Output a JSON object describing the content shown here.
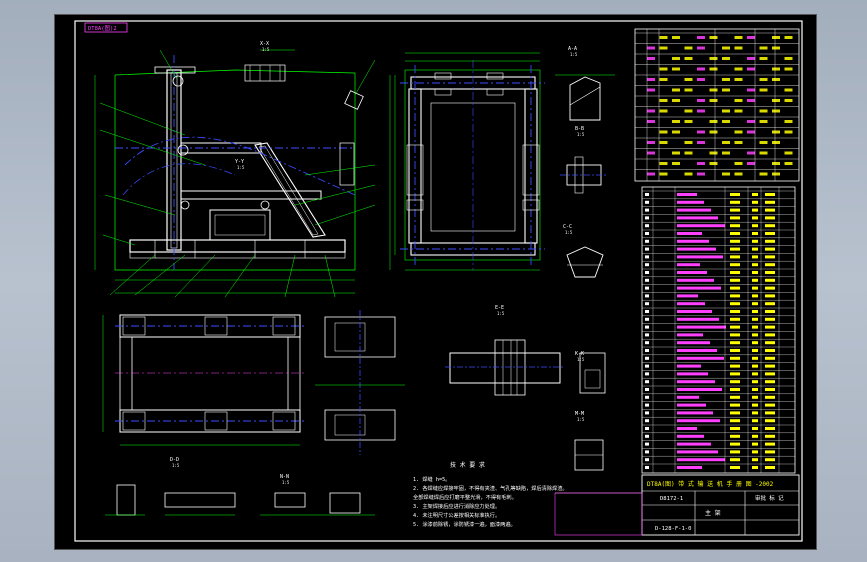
{
  "drawing": {
    "stamp_top_left": "DT8A(图)2",
    "title_bar_text": "DT8A(图) 带 式 输 送 机 手 册 图 -2002",
    "part_code": "D8172-1",
    "part_name": "主 架",
    "approval_mark": "审批 标 记",
    "drawing_number": "D-128-F-1-0",
    "notes_heading": "技  术  要  求",
    "notes": [
      "1. 焊缝 h=5。",
      "2. 各焊缝应焊接牢固，不得有夹渣、气孔等缺陷，焊后清除焊渣。",
      "   全部焊缝焊后应打磨平整光滑，不得有毛刺。",
      "3. 主架焊接后应进行消除应力处理。",
      "4. 未注明尺寸公差按相关标准执行。",
      "5. 涂漆前除锈，涂防锈漆一遍，面漆两遍。"
    ],
    "section_labels": [
      "X-X",
      "Y-Y",
      "A-A",
      "B-B",
      "C-C",
      "D-D",
      "E-E",
      "K-K",
      "M-M",
      "N-N"
    ],
    "section_scale": "1:5"
  },
  "colors": {
    "frame": "#ffffff",
    "outline": "#00ff00",
    "structure": "#ffffff",
    "center_line": "#3b4bff",
    "dimension": "#00ff00",
    "table_text": "#ff40ff",
    "table_fill": "#ffff00"
  }
}
